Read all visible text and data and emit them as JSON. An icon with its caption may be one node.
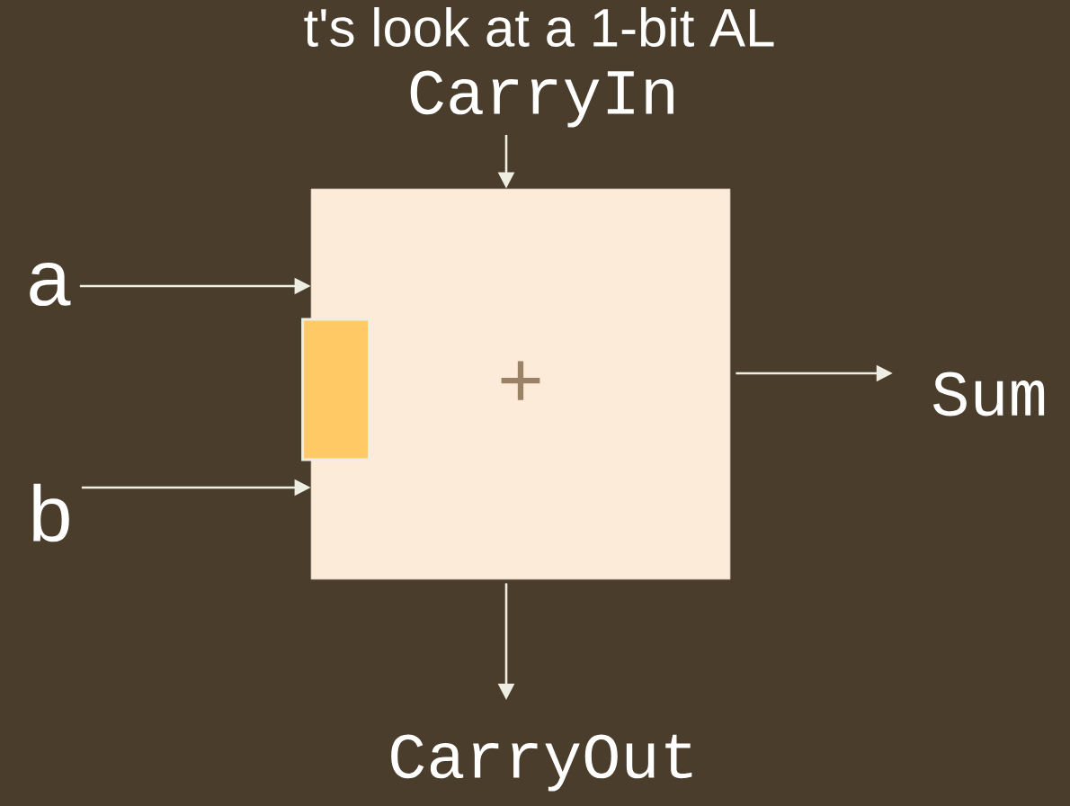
{
  "diagram": {
    "title": "t's look at a 1-bit AL",
    "nodes": [
      {
        "text": [
          "+"
        ]
      },
      {
        "text": [],
        "shape": "box",
        "in": 0
      },
      {
        "text": [
          "CarryIn"
        ]
      },
      {
        "text": [
          "a"
        ]
      },
      {
        "text": [
          "b"
        ]
      },
      {
        "text": [
          "Sum"
        ]
      },
      {
        "text": [
          "CarryOut"
        ]
      }
    ],
    "edges": [
      {
        "from": 2,
        "to": 0,
        "arrow": "to"
      },
      {
        "from": 3,
        "to": 0,
        "arrow": "to"
      },
      {
        "from": 4,
        "to": 0,
        "arrow": "to"
      },
      {
        "from": 0,
        "to": 5,
        "arrow": "to"
      },
      {
        "from": 0,
        "to": 6,
        "arrow": "to"
      }
    ]
  }
}
